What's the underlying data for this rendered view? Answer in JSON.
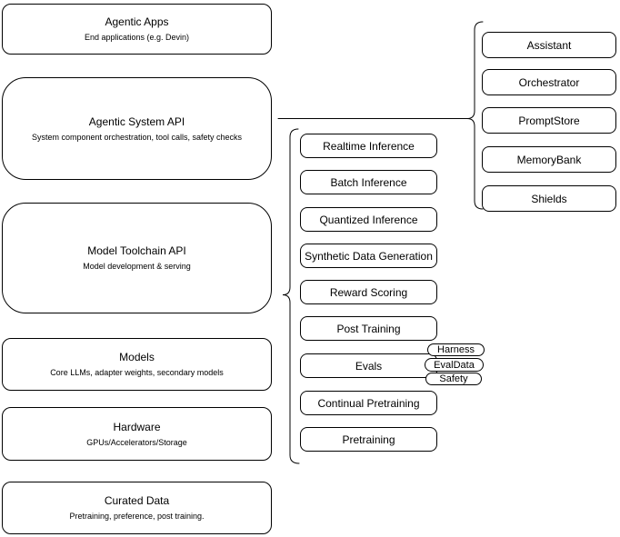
{
  "diagram": {
    "stack": [
      {
        "title": "Agentic Apps",
        "subtitle": "End applications (e.g. Devin)"
      },
      {
        "title": "Agentic System API",
        "subtitle": "System component orchestration, tool calls, safety checks"
      },
      {
        "title": "Model Toolchain API",
        "subtitle": "Model development & serving"
      },
      {
        "title": "Models",
        "subtitle": "Core LLMs, adapter weights, secondary models"
      },
      {
        "title": "Hardware",
        "subtitle": "GPUs/Accelerators/Storage"
      },
      {
        "title": "Curated Data",
        "subtitle": "Pretraining, preference, post training."
      }
    ],
    "toolchain_items": [
      "Realtime Inference",
      "Batch Inference",
      "Quantized Inference",
      "Synthetic Data Generation",
      "Reward Scoring",
      "Post Training",
      "Evals",
      "Continual Pretraining",
      "Pretraining"
    ],
    "eval_tags": [
      "Harness",
      "EvalData",
      "Safety"
    ],
    "system_components": [
      "Assistant",
      "Orchestrator",
      "PromptStore",
      "MemoryBank",
      "Shields"
    ],
    "colors": {
      "stroke": "#000000",
      "fill": "#ffffff",
      "text": "#000000"
    }
  }
}
